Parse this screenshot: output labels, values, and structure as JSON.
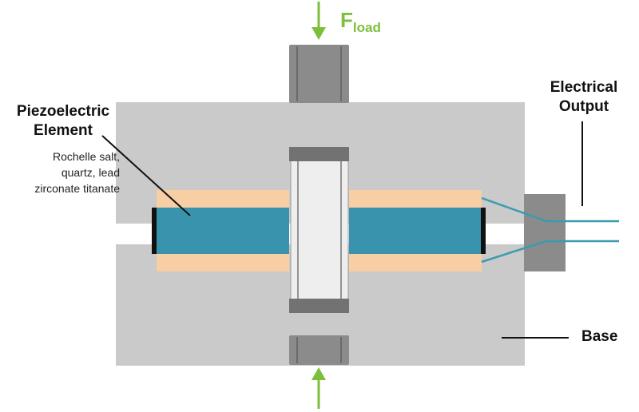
{
  "labels": {
    "piezo_title_1": "Piezoelectric",
    "piezo_title_2": "Element",
    "piezo_sub_1": "Rochelle salt,",
    "piezo_sub_2": "quartz, lead",
    "piezo_sub_3": "zirconate titanate",
    "electrical_1": "Electrical",
    "electrical_2": "Output",
    "base": "Base",
    "force_main": "F",
    "force_sub": "load"
  },
  "colors": {
    "base_gray": "#cacaca",
    "dark_gray": "#727272",
    "plunger_gray": "#8b8b8b",
    "light_column": "#eeeeee",
    "piezo_blue": "#3a93ad",
    "electrode_peach": "#f8cfa4",
    "wire_blue": "#3a9bb0",
    "arrow_green": "#7cbf3c",
    "black": "#111111"
  }
}
